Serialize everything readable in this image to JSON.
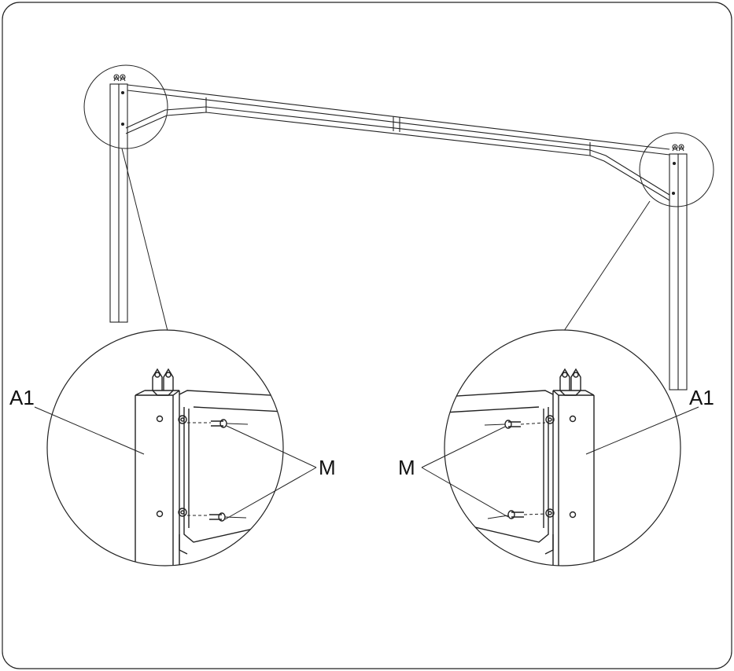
{
  "labels": {
    "left_part": "A1",
    "right_part": "A1",
    "left_pin": "M",
    "right_pin": "M"
  }
}
